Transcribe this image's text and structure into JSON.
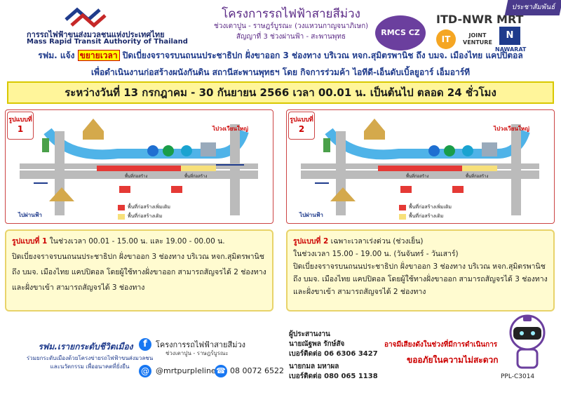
{
  "header": {
    "mrta_th": "การรถไฟฟ้าขนส่งมวลชนแห่งประเทศไทย",
    "mrta_en": "Mass Rapid Transit Authority of Thailand",
    "project_title": "โครงการรถไฟฟ้าสายสีม่วง",
    "project_route": "ช่วงเตาปูน - ราษฎร์บูรณะ (วงแหวนกาญจนาภิเษก)",
    "project_contract": "สัญญาที่ 3 ช่วงผ่านฟ้า - สะพานพุทธ",
    "pr_tag": "ประชาสัมพันธ์",
    "itd_brand": "ITD-NWR MRT",
    "rmcs_logo": "RMCS CZ",
    "it_logo": "IT",
    "jv_logo_line1": "JOINT",
    "jv_logo_line2": "VENTURE",
    "nawarat_logo": "N",
    "nawarat_text": "NAWARAT"
  },
  "notice": {
    "line1_pre": "รฟม. แจ้ง ",
    "line1_highlight": "ขยายเวลา",
    "line1_post": " ปิดเบี่ยงจราจรบนถนนประชาธิปก ฝั่งขาออก 3 ช่องทาง บริเวณ หจก.สุมิตรพานิช ถึง บมจ. เมืองไทย แคปปิตอล",
    "line2": "เพื่อดำเนินงานก่อสร้างผนังกันดิน สถานีสะพานพุทธฯ โดย กิจการร่วมค้า ไอทีดี-เอ็นดับเบิ้ลยูอาร์ เอ็มอาร์ที",
    "date_range": "ระหว่างวันที่ 13 กรกฎาคม - 30 กันยายน 2566 เวลา 00.01 น. เป็นต้นไป ตลอด 24 ชั่วโมง"
  },
  "maps": [
    {
      "badge_label": "รูปแบบที่",
      "badge_num": "1",
      "to_wongwian_yai": "ไปวงเวียนใหญ่",
      "to_phan_fa": "ไปผ่านฟ้า",
      "legend_extra": "พื้นที่ก่อสร้างเพิ่มเติม",
      "legend_existing": "พื้นที่ก่อสร้างเดิม",
      "zone_label_a": "พื้นที่ก่อสร้าง",
      "zone_label_b": "พื้นที่ก่อสร้าง"
    },
    {
      "badge_label": "รูปแบบที่",
      "badge_num": "2",
      "to_wongwian_yai": "ไปวงเวียนใหญ่",
      "to_phan_fa": "ไปผ่านฟ้า",
      "legend_extra": "พื้นที่ก่อสร้างเพิ่มเติม",
      "legend_existing": "พื้นที่ก่อสร้างเดิม",
      "zone_label_a": "พื้นที่ก่อสร้าง",
      "zone_label_b": "พื้นที่ก่อสร้าง"
    }
  ],
  "format1": {
    "label": "รูปแบบที่ 1",
    "time": " ในช่วงเวลา 00.01 - 15.00 น. และ 19.00 - 00.00 น.",
    "body1": "ปิดเบี่ยงจราจรบนถนนประชาธิปก ฝั่งขาออก 3 ช่องทาง บริเวณ หจก.สุมิตรพานิช",
    "body2": "ถึง บมจ. เมืองไทย แคปปิตอล โดยผู้ใช้ทางฝั่งขาออก สามารถสัญจรได้ 2 ช่องทาง",
    "body3": "และฝั่งขาเข้า สามารถสัญจรได้ 3 ช่องทาง"
  },
  "format2": {
    "label": "รูปแบบที่ 2",
    "time": " เฉพาะเวลาเร่งด่วน (ช่วงเย็น)",
    "time2": "ในช่วงเวลา 15.00 - 19.00 น. (วันจันทร์ - วันเสาร์)",
    "body1": "ปิดเบี่ยงจราจรบนถนนประชาธิปก ฝั่งขาออก 3 ช่องทาง บริเวณ หจก.สุมิตรพานิช",
    "body2": "ถึง บมจ. เมืองไทย แคปปิตอล โดยผู้ใช้ทางฝั่งขาออก สามารถสัญจรได้ 3 ช่องทาง",
    "body3": "และฝั่งขาเข้า สามารถสัญจรได้ 2 ช่องทาง"
  },
  "footer": {
    "slogan": "รฟม.เรายกระดับชีวิตเมือง",
    "slogan_sub1": "ร่วมยกระดับเมืองด้วยโครงข่ายรถไฟฟ้าขนส่งมวลชน",
    "slogan_sub2": "และนวัตกรรม เพื่ออนาคตที่ยั่งยืน",
    "facebook_icon": "f",
    "facebook_name": "โครงการรถไฟฟ้าสายสีม่วง",
    "facebook_sub": "ช่วงเตาปูน - ราษฎร์บูรณะ",
    "line_icon": "@",
    "line_id": "@mrtpurpleline",
    "phone_icon": "☎",
    "phone": "08 0072 6522",
    "coordinator_title": "ผู้ประสานงาน",
    "coordinator1_name": "นายณัฐพล รักษ์สัจ",
    "coordinator1_phone": "เบอร์ติดต่อ 06 6306 3427",
    "coordinator2_name": "นายกมล มหาผล",
    "coordinator2_phone": "เบอร์ติดต่อ 080 065 1138",
    "apology1": "อาจมีเสียงดังในช่วงที่มีการดำเนินการ",
    "apology2": "ขออภัยในความไม่สะดวก",
    "code": "PPL-C3014"
  }
}
